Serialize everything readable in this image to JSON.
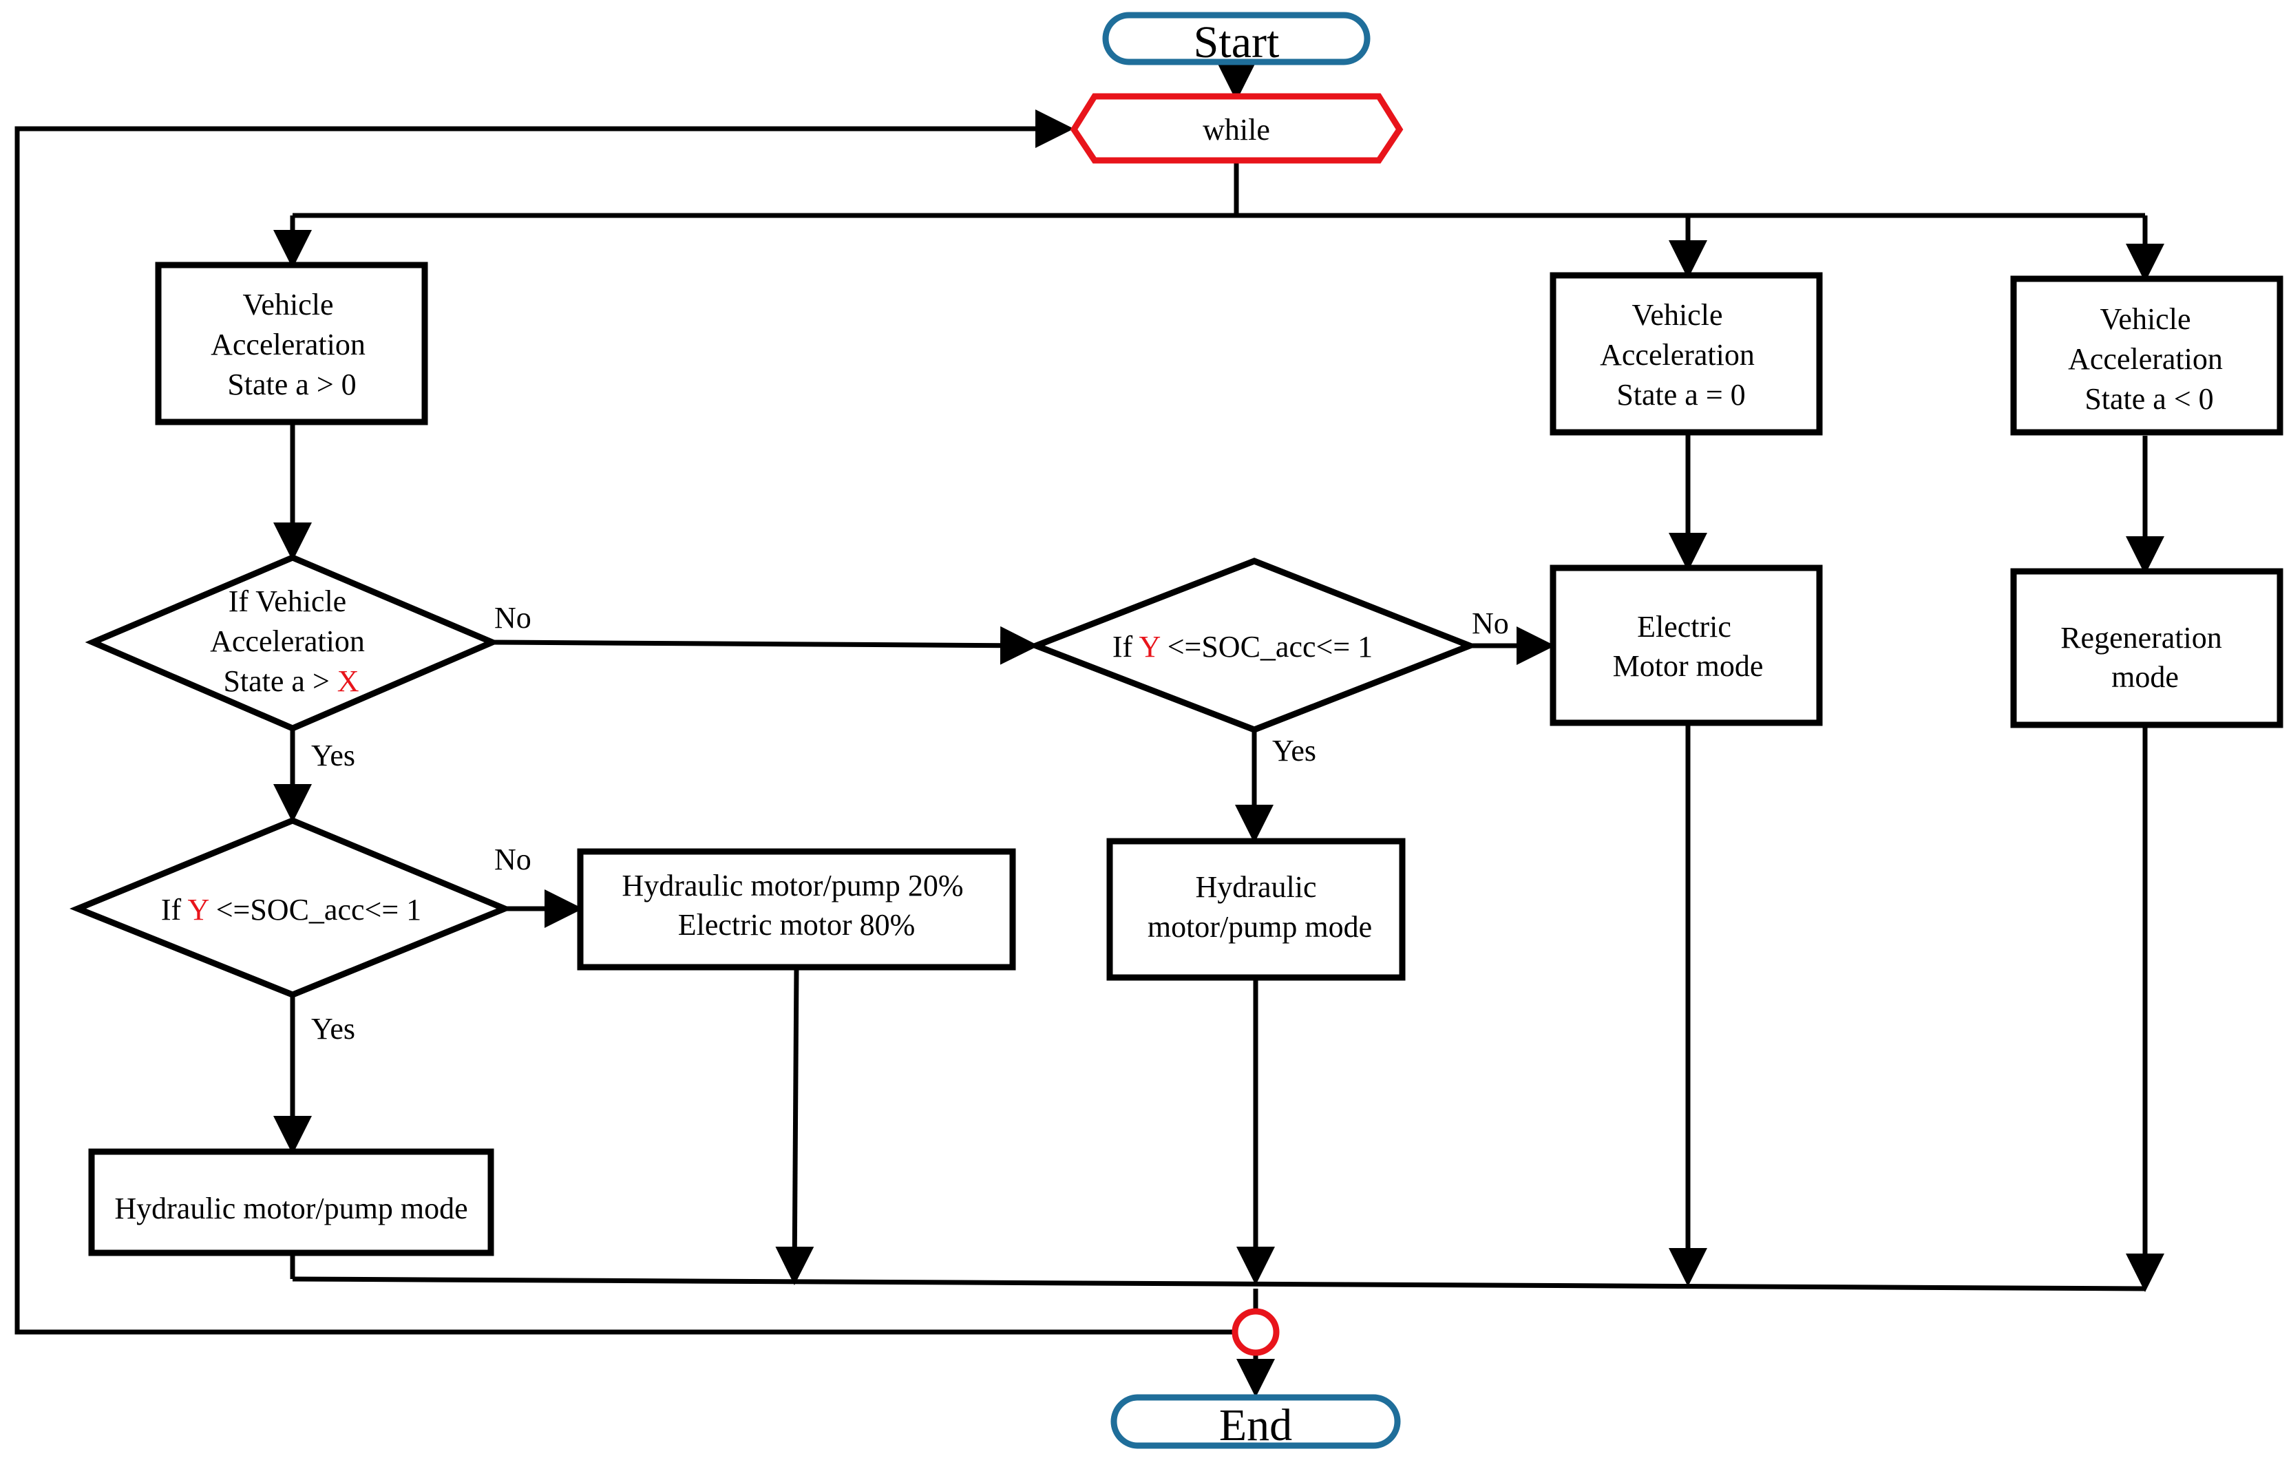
{
  "colors": {
    "line": "#000000",
    "terminal_stroke": "#1f6e9a",
    "loop_stroke": "#e8141b",
    "highlight_text": "#e8141b"
  },
  "nodes": {
    "start": {
      "label": "Start"
    },
    "while": {
      "label": "while"
    },
    "end": {
      "label": "End"
    },
    "state_pos": {
      "lines": [
        "Vehicle",
        "Acceleration",
        "State a > 0"
      ]
    },
    "state_zero": {
      "lines": [
        "Vehicle",
        "Acceleration",
        "State a = 0"
      ]
    },
    "state_neg": {
      "lines": [
        "Vehicle",
        "Acceleration",
        "State a < 0"
      ]
    },
    "decision_x": {
      "line1": "If Vehicle",
      "line2": "Acceleration",
      "line3_prefix": "State a > ",
      "line3_var": "X"
    },
    "decision_soc_left": {
      "prefix": "If ",
      "var": "Y",
      "suffix": " <=SOC_acc<= 1"
    },
    "decision_soc_mid": {
      "prefix": "If ",
      "var": "Y",
      "suffix": " <=SOC_acc<= 1"
    },
    "split_mode": {
      "lines": [
        "Hydraulic motor/pump 20%",
        "Electric motor 80%"
      ]
    },
    "hydraulic_left": {
      "label": "Hydraulic motor/pump mode"
    },
    "hydraulic_mid": {
      "lines": [
        "Hydraulic",
        "motor/pump mode"
      ]
    },
    "electric_mode": {
      "lines": [
        "Electric",
        "Motor mode"
      ]
    },
    "regen_mode": {
      "lines": [
        "Regeneration",
        "mode"
      ]
    }
  },
  "edge_labels": {
    "x_no": "No",
    "x_yes": "Yes",
    "soc_left_no": "No",
    "soc_left_yes": "Yes",
    "soc_mid_no": "No",
    "soc_mid_yes": "Yes"
  }
}
